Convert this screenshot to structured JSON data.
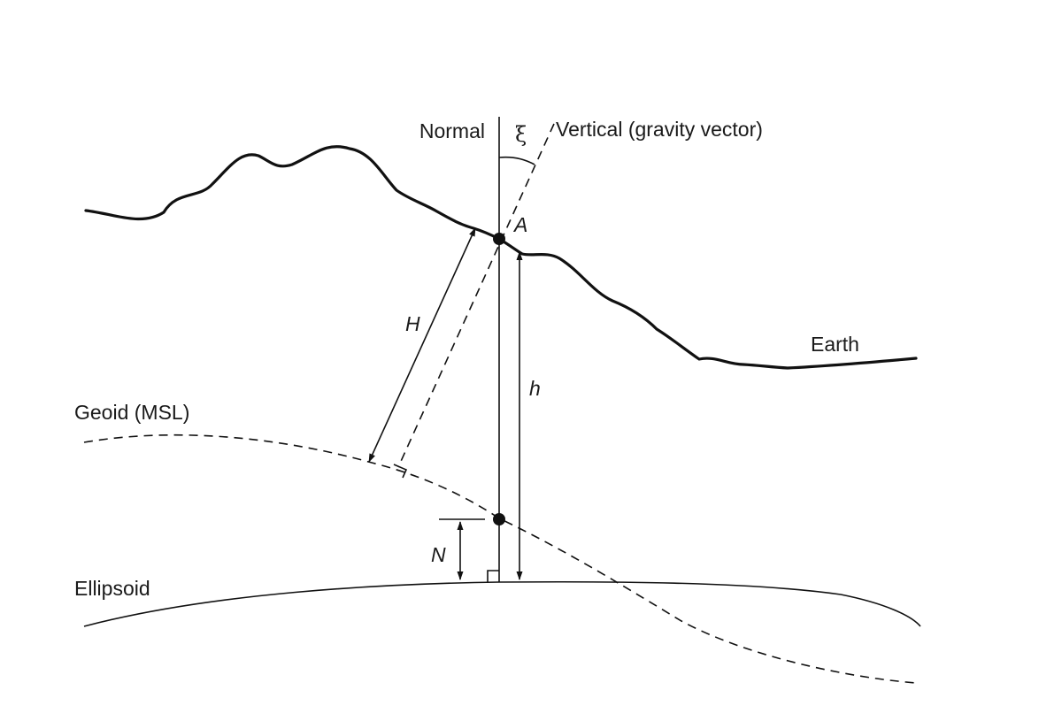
{
  "diagram": {
    "labels": {
      "normal": "Normal",
      "xi": "ξ",
      "vertical": "Vertical (gravity vector)",
      "point_a": "A",
      "earth": "Earth",
      "geoid": "Geoid (MSL)",
      "ellipsoid": "Ellipsoid",
      "H": "H",
      "h": "h",
      "N": "N"
    }
  }
}
